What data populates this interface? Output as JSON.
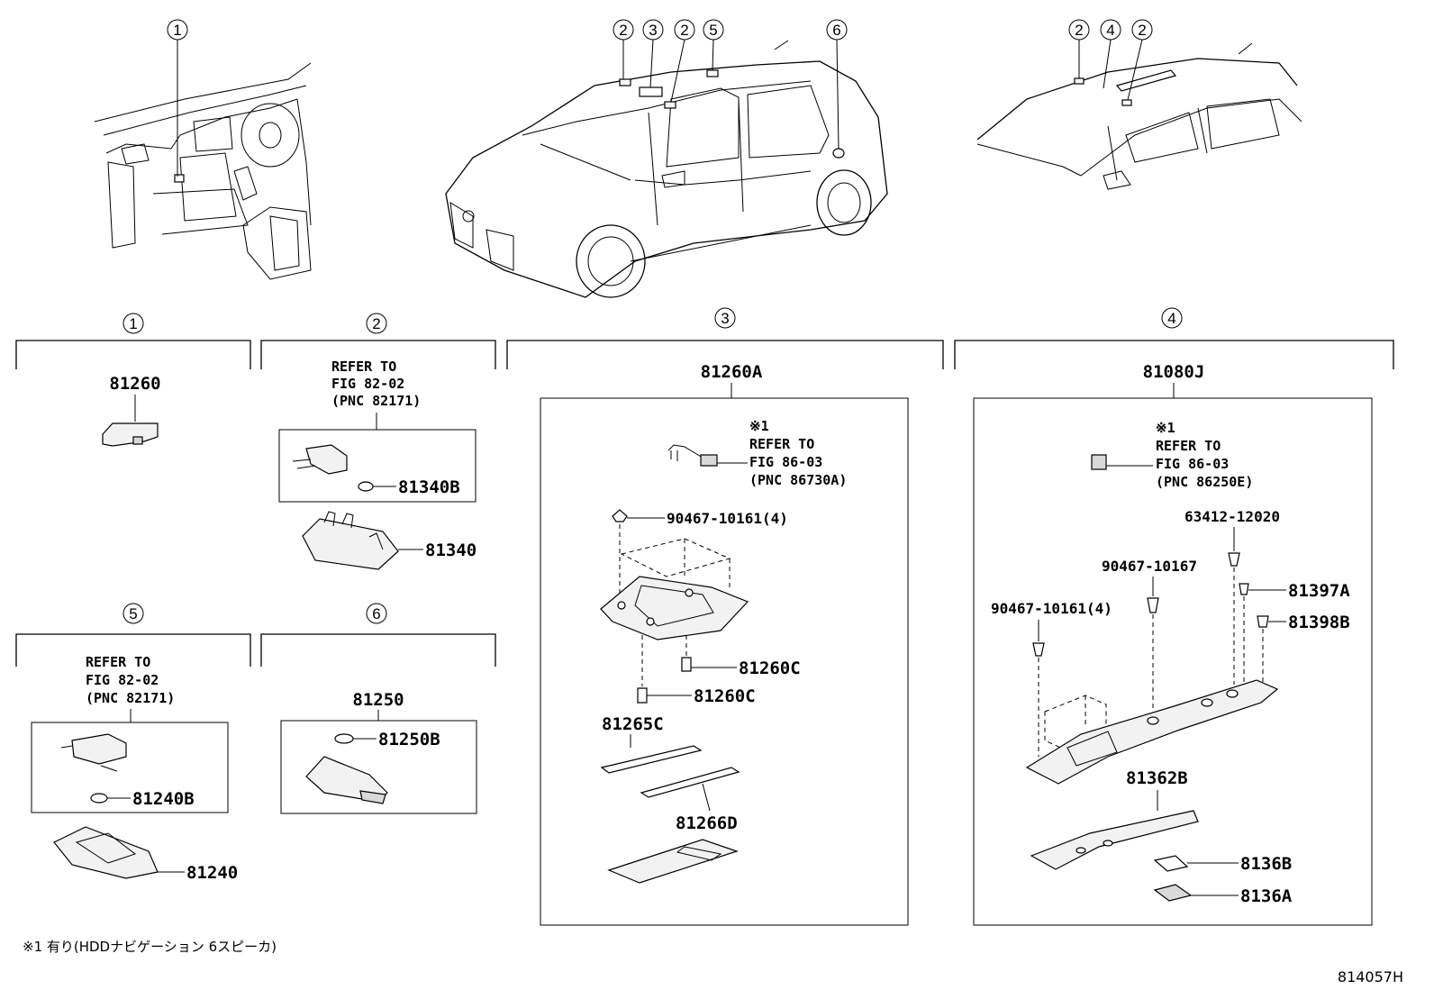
{
  "callouts": [
    "1",
    "2",
    "3",
    "2",
    "5",
    "6",
    "2",
    "4",
    "2"
  ],
  "sections": [
    {
      "num": "1",
      "part": "81260"
    },
    {
      "num": "2",
      "note": [
        "REFER TO",
        "FIG 82-02",
        "(PNC 82171)"
      ],
      "parts": [
        "81340B",
        "81340"
      ]
    },
    {
      "num": "3",
      "part": "81260A",
      "note": [
        "※1",
        "REFER TO",
        "FIG 86-03",
        "(PNC 86730A)"
      ],
      "parts": [
        "90467-10161(4)",
        "81260C",
        "81260C",
        "81265C",
        "81266D"
      ]
    },
    {
      "num": "4",
      "part": "81080J",
      "note": [
        "※1",
        "REFER TO",
        "FIG 86-03",
        "(PNC 86250E)"
      ],
      "parts": [
        "63412-12020",
        "90467-10167",
        "81397A",
        "90467-10161(4)",
        "81398B",
        "81362B",
        "8136B",
        "8136A"
      ]
    },
    {
      "num": "5",
      "note": [
        "REFER TO",
        "FIG 82-02",
        "(PNC 82171)"
      ],
      "parts": [
        "81240B",
        "81240"
      ]
    },
    {
      "num": "6",
      "part": "81250",
      "parts": [
        "81250B"
      ]
    }
  ],
  "footnote": "※1 有り(HDDナビゲーション 6スピーカ)",
  "figure_id": "814057H"
}
